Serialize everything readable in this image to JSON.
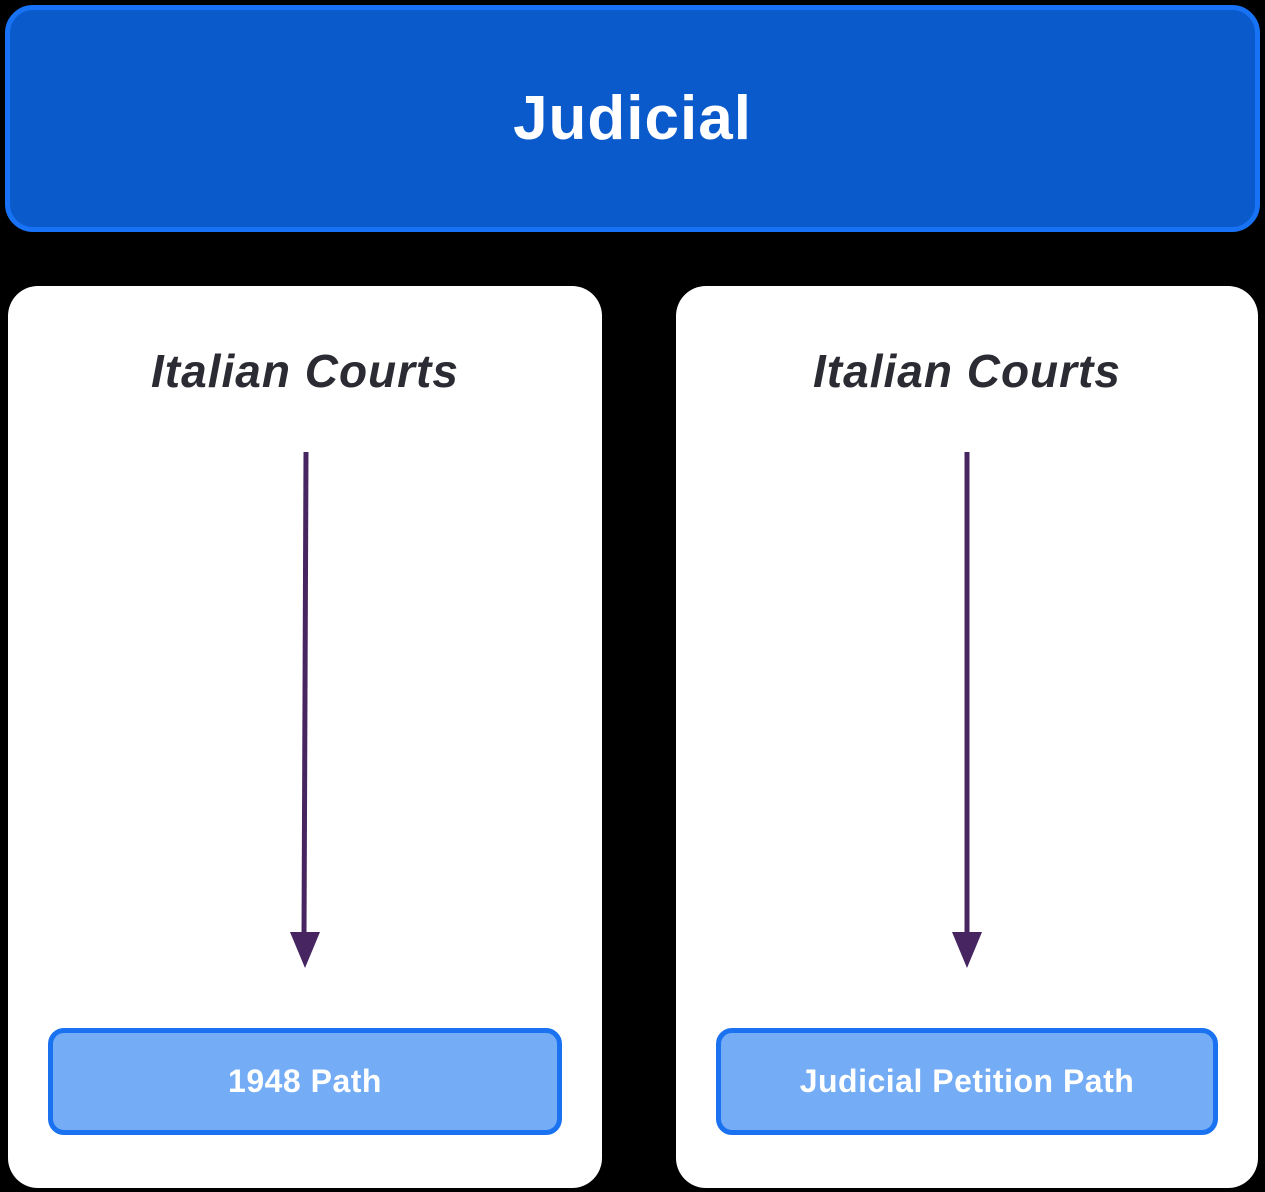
{
  "header": {
    "title": "Judicial"
  },
  "cards": [
    {
      "title": "Italian Courts",
      "button_label": "1948 Path"
    },
    {
      "title": "Italian Courts",
      "button_label": "Judicial Petition Path"
    }
  ],
  "icons": {
    "arrow": "down-arrow-icon"
  },
  "colors": {
    "background": "#000000",
    "header_fill": "#0a5acb",
    "header_border": "#1872f5",
    "header_text": "#ffffff",
    "card_background": "#ffffff",
    "card_title": "#2b2b33",
    "arrow": "#472561",
    "button_fill": "#74adf5",
    "button_border": "#1b72f0",
    "button_text": "#ffffff"
  }
}
